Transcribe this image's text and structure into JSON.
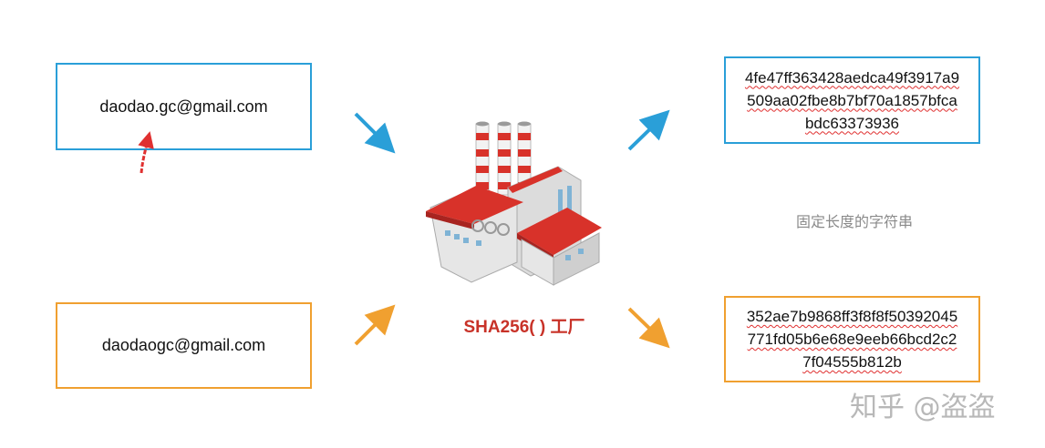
{
  "inputs": [
    {
      "text": "daodao.gc@gmail.com",
      "color": "#2a9fd8"
    },
    {
      "text": "daodaogc@gmail.com",
      "color": "#f0a030"
    }
  ],
  "outputs": [
    {
      "lines": [
        "4fe47ff363428aedca49f3917a9",
        "509aa02fbe8b7bf70a1857bfca",
        "bdc63373936"
      ],
      "color": "#2a9fd8"
    },
    {
      "lines": [
        "352ae7b9868ff3f8f8f50392045",
        "771fd05b6e68e9eeb66bcd2c2",
        "7f04555b812b"
      ],
      "color": "#f0a030"
    }
  ],
  "factory": {
    "label": "SHA256( ) 工厂",
    "label_color": "#c83228",
    "icon": "factory-icon"
  },
  "side_note": "固定长度的字符串",
  "watermark": "知乎 @盗盗",
  "colors": {
    "blue": "#2a9fd8",
    "orange": "#f0a030",
    "annotation_red": "#e03030"
  }
}
